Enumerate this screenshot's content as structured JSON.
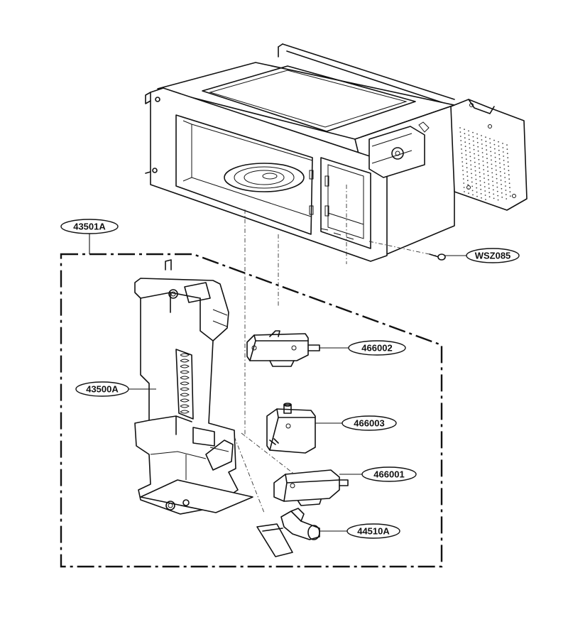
{
  "callouts": {
    "kit_43501A": "43501A",
    "hook_43500A": "43500A",
    "switch_466002": "466002",
    "switch_466003": "466003",
    "switch_466001": "466001",
    "lever_44510A": "44510A",
    "screw_WSZ085": "WSZ085"
  }
}
